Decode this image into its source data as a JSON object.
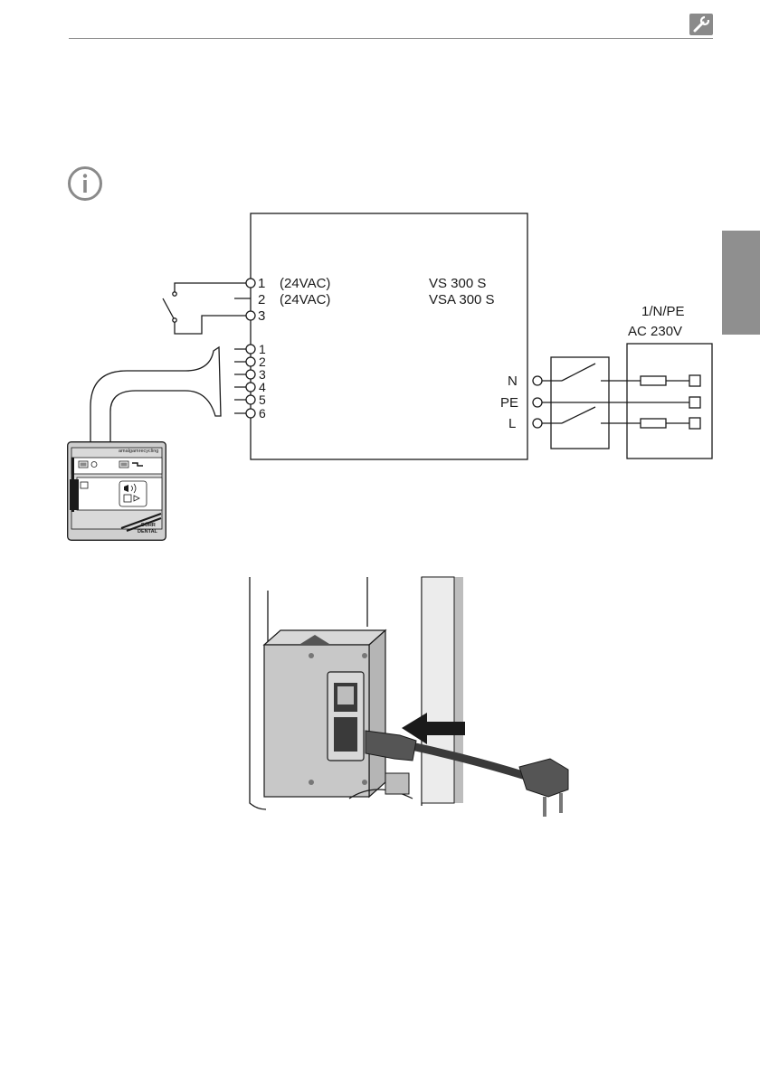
{
  "header": {
    "section_icon": "wrench-icon"
  },
  "info_icon": "info-icon",
  "diagram": {
    "left_terminals_top": [
      "1",
      "2",
      "3"
    ],
    "left_terminals_bottom": [
      "1",
      "2",
      "3",
      "4",
      "5",
      "6"
    ],
    "voltage_labels": [
      "(24VAC)",
      "(24VAC)"
    ],
    "model_names": [
      "VS 300 S",
      "VSA 300 S"
    ],
    "mains_terminals": [
      "N",
      "PE",
      "L"
    ],
    "supply": [
      "1/N/PE",
      "AC 230V"
    ]
  },
  "display_panel": {
    "title": "amalgamrecycling",
    "brand": [
      "DÜRR",
      "DENTAL"
    ]
  },
  "colors": {
    "line": "#1a1a1a",
    "side_tab": "#8f8f8f",
    "header_rule": "#8a8a8a"
  }
}
